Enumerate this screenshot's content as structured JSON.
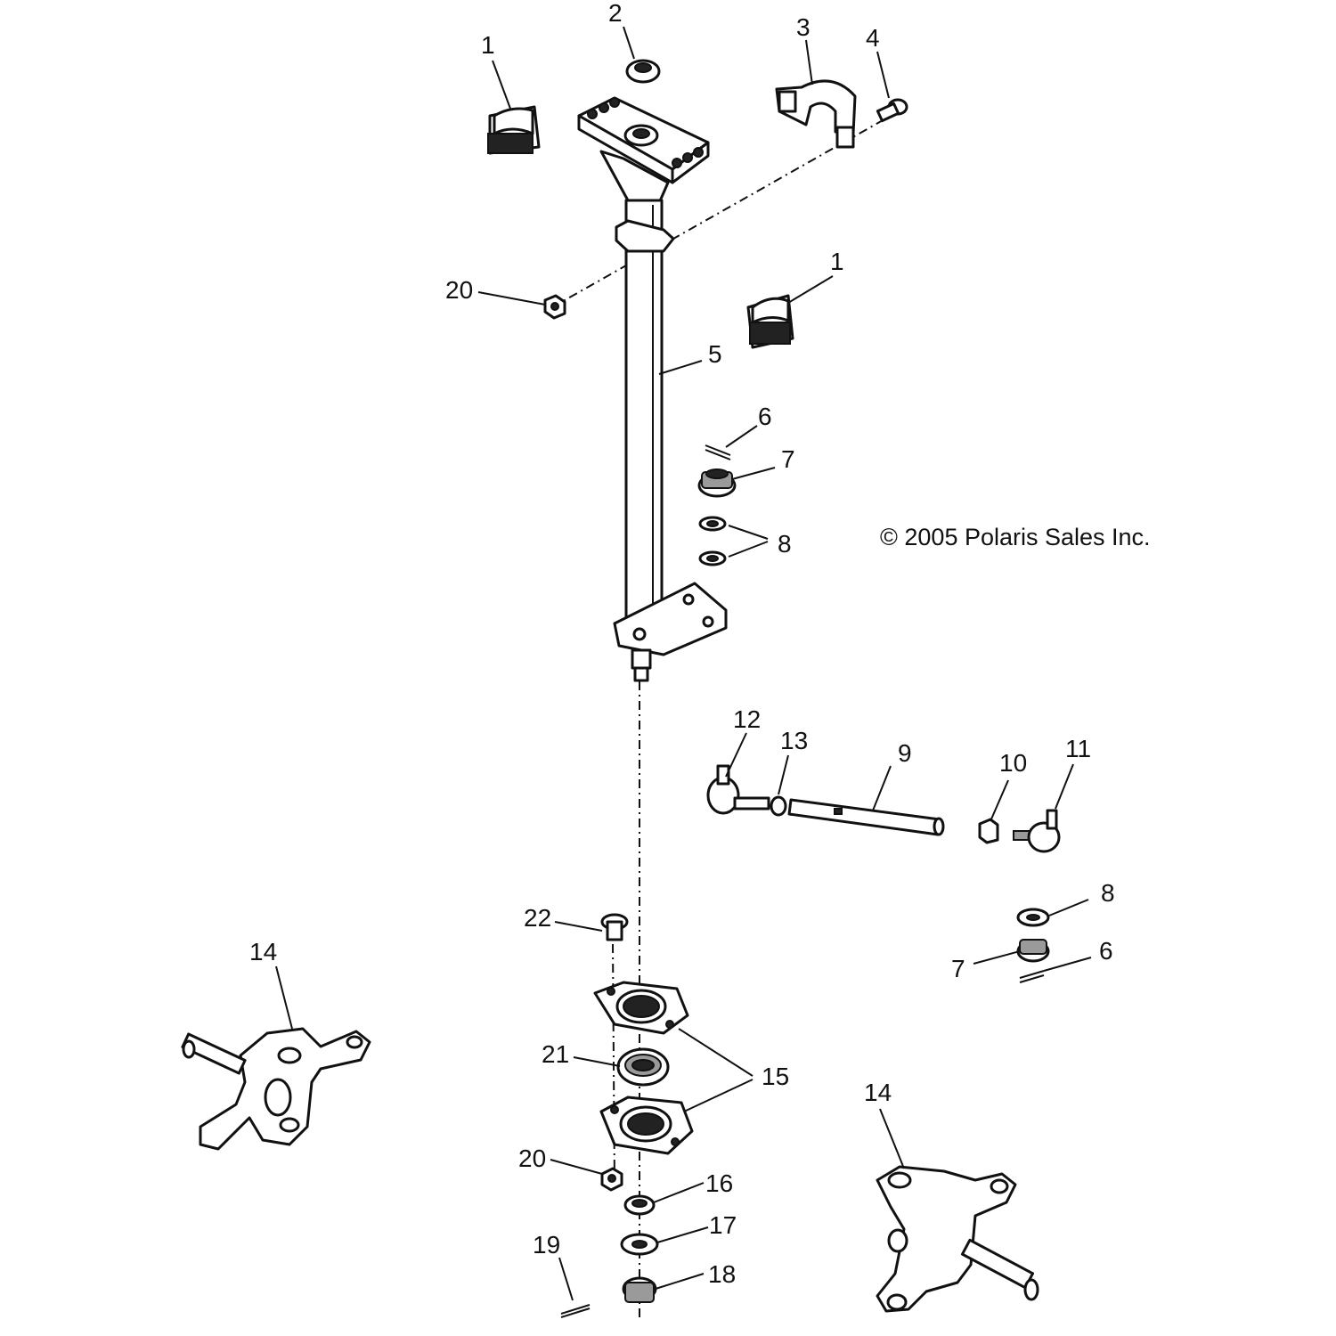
{
  "copyright": "© 2005 Polaris Sales Inc.",
  "callouts": {
    "c1a": "1",
    "c1b": "1",
    "c2": "2",
    "c3": "3",
    "c4": "4",
    "c5": "5",
    "c6a": "6",
    "c6b": "6",
    "c7a": "7",
    "c7b": "7",
    "c8a": "8",
    "c8b": "8",
    "c9": "9",
    "c10": "10",
    "c11": "11",
    "c12": "12",
    "c13": "13",
    "c14a": "14",
    "c14b": "14",
    "c15": "15",
    "c16": "16",
    "c17": "17",
    "c18": "18",
    "c19": "19",
    "c20a": "20",
    "c20b": "20",
    "c21": "21",
    "c22": "22"
  }
}
